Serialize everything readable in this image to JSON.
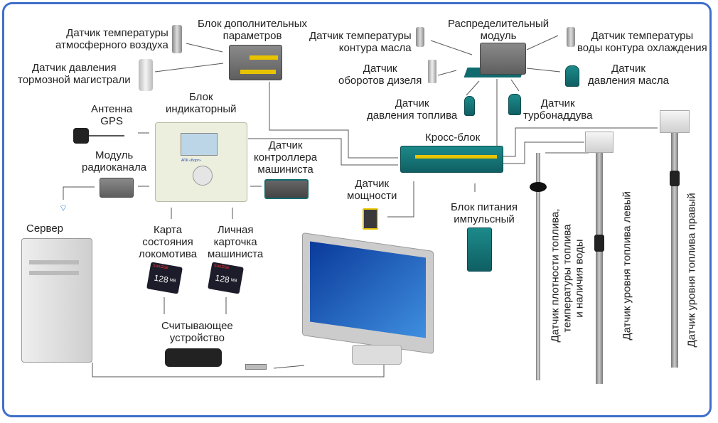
{
  "labels": {
    "temp_air": [
      "Датчик температуры",
      "атмосферного воздуха"
    ],
    "extra_block": [
      "Блок дополнительных",
      "параметров"
    ],
    "brake_pressure": [
      "Датчик давления",
      "тормозной магистрали"
    ],
    "indicator_block": [
      "Блок",
      "индикаторный"
    ],
    "gps_antenna": [
      "Антенна",
      "GPS"
    ],
    "radio_module": [
      "Модуль",
      "радиоканала"
    ],
    "driver_controller": [
      "Датчик",
      "контроллера",
      "машиниста"
    ],
    "server": "Сервер",
    "loco_card": [
      "Карта",
      "состояния",
      "локомотива"
    ],
    "driver_card": [
      "Личная",
      "карточка",
      "машиниста"
    ],
    "reader": [
      "Считывающее",
      "устройство"
    ],
    "oil_temp": [
      "Датчик температуры",
      "контура масла"
    ],
    "distribution_module": [
      "Распределительный",
      "модуль"
    ],
    "coolant_temp": [
      "Датчик температуры",
      "воды контура охлаждения"
    ],
    "diesel_rpm": [
      "Датчик",
      "оборотов дизеля"
    ],
    "oil_pressure": [
      "Датчик",
      "давления масла"
    ],
    "fuel_pressure": [
      "Датчик",
      "давления топлива"
    ],
    "turbo": [
      "Датчик",
      "турбонаддува"
    ],
    "cross_block": "Кросс-блок",
    "power_sensor": [
      "Датчик",
      "мощности"
    ],
    "power_supply": [
      "Блок питания",
      "импульсный"
    ],
    "density_sensor": [
      "Датчик плотности топлива,",
      "температуры топлива",
      "и наличия воды"
    ],
    "level_left": "Датчик уровня топлива левый",
    "level_right": "Датчик уровня топлива правый"
  },
  "device_text": {
    "indicator_brand": "АПК «Борт»",
    "sd_capacity": "128",
    "sd_unit": "MB",
    "sd_brand": "SanDisk"
  },
  "colors": {
    "frame": "#3f6fcc",
    "wire": "#555555",
    "teal": "#0f6b6e",
    "yellow": "#e8c400"
  }
}
